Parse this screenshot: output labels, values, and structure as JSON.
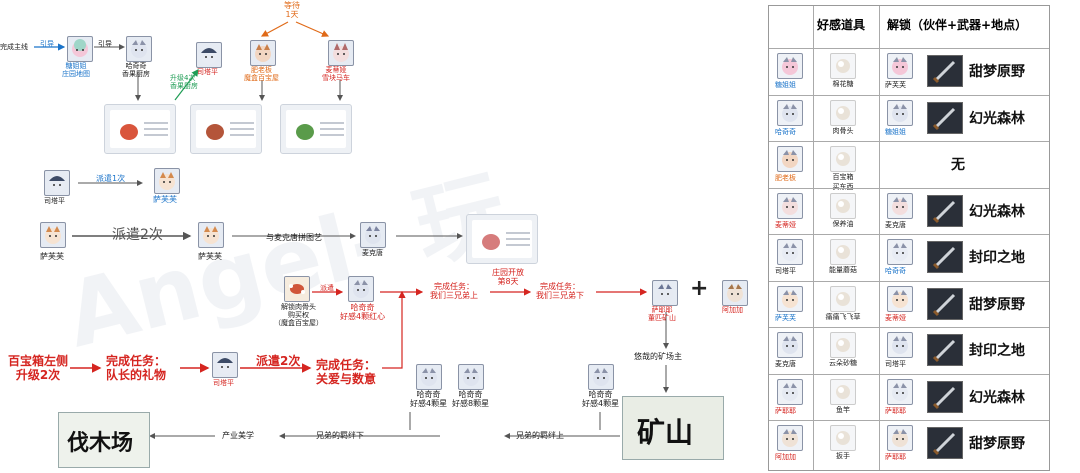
{
  "watermark": "Angel- 玩",
  "flow": {
    "top_wait": [
      "等待",
      "1天"
    ],
    "start_label": "完成主线",
    "guide1": "引导",
    "guide2": "引导",
    "candy_sister": [
      "糖姐姐",
      "庄园地图"
    ],
    "haqiqi_shop": [
      "哈奇奇",
      "香果厨房"
    ],
    "upgrade_note": [
      "升级4次",
      "香果厨房"
    ],
    "sitaping_top": "司塔平",
    "shopkeeper": [
      "肥老板",
      "魔盒百宝屋"
    ],
    "mengnana": [
      "麦蒂娅",
      "雪块马车"
    ],
    "dispatch_once": "派遣1次",
    "sitaping": "司塔平",
    "safufu": "萨芙芙",
    "dispatch_twice": "派遣2次",
    "safufu_left": "萨芙芙",
    "safufu_right": "萨芙芙",
    "with_mike": "与麦克唐拼图艺",
    "mike": "麦克唐",
    "unlock_bone": [
      "解锁肉骨头",
      "购买权",
      "（魔盒百宝屋）"
    ],
    "haqiqi_hearts": [
      "哈奇奇",
      "好感4颗红心"
    ],
    "dispatch_small": "派遣",
    "task_a": [
      "完成任务：",
      "我们三兄弟上"
    ],
    "manor_open": [
      "庄园开放",
      "第8天"
    ],
    "task_b": [
      "完成任务：",
      "我们三兄弟下"
    ],
    "sayeye": [
      "萨耶耶",
      "董匹矿山"
    ],
    "plus": "+",
    "amuamu": "阿加加",
    "chest_note": [
      "百宝箱左侧",
      "升级2次"
    ],
    "task_c": [
      "完成任务：",
      "队长的礼物"
    ],
    "sitaping_bottom": "司塔平",
    "dispatch_twice_b": "派遣2次",
    "task_d": [
      "完成任务：",
      "关爱与数意"
    ],
    "mine_owner": "悠哉的矿场主",
    "haqiqi_4": [
      "哈奇奇",
      "好感4颗星"
    ],
    "haqiqi_8": [
      "哈奇奇",
      "好感8颗星"
    ],
    "haqiqi_4b": [
      "哈奇奇",
      "好感4颗星"
    ],
    "mine_text": "矿山",
    "lumber_text": "伐木场",
    "industry": "产业美学",
    "brothers_down": "兄弟的羁绊下",
    "brothers_up": "兄弟的羁绊上"
  },
  "table": {
    "headers": [
      "",
      "好感道具",
      "解锁（伙伴+武器+地点）"
    ],
    "rows": [
      {
        "who": "糖姐姐",
        "who_color": "#1a73c9",
        "item": "棉花糖",
        "partner": "萨芙芙",
        "partner_color": "#222",
        "place": "甜梦原野"
      },
      {
        "who": "哈奇奇",
        "who_color": "#1a73c9",
        "item": "肉骨头",
        "partner": "糖姐姐",
        "partner_color": "#1a73c9",
        "place": "幻光森林"
      },
      {
        "who": "肥老板",
        "who_color": "#e06a18",
        "item": "百宝箱\n买东西",
        "partner": "",
        "partner_color": "#222",
        "place": "无"
      },
      {
        "who": "麦蒂娅",
        "who_color": "#d52520",
        "item": "保养油",
        "partner": "麦克唐",
        "partner_color": "#222",
        "place": "幻光森林"
      },
      {
        "who": "司塔平",
        "who_color": "#222",
        "item": "能量蘑菇",
        "partner": "哈奇奇",
        "partner_color": "#1a73c9",
        "place": "封印之地"
      },
      {
        "who": "萨芙芙",
        "who_color": "#1a73c9",
        "item": "痛痛飞飞草",
        "partner": "麦蒂娅",
        "partner_color": "#d52520",
        "place": "甜梦原野"
      },
      {
        "who": "麦克唐",
        "who_color": "#222",
        "item": "云朵砂糖",
        "partner": "司塔平",
        "partner_color": "#222",
        "place": "封印之地"
      },
      {
        "who": "萨耶耶",
        "who_color": "#d52520",
        "item": "鱼竿",
        "partner": "萨耶耶",
        "partner_color": "#d52520",
        "place": "幻光森林"
      },
      {
        "who": "阿加加",
        "who_color": "#d52520",
        "item": "扳手",
        "partner": "萨耶耶",
        "partner_color": "#d52520",
        "place": "甜梦原野"
      }
    ]
  }
}
